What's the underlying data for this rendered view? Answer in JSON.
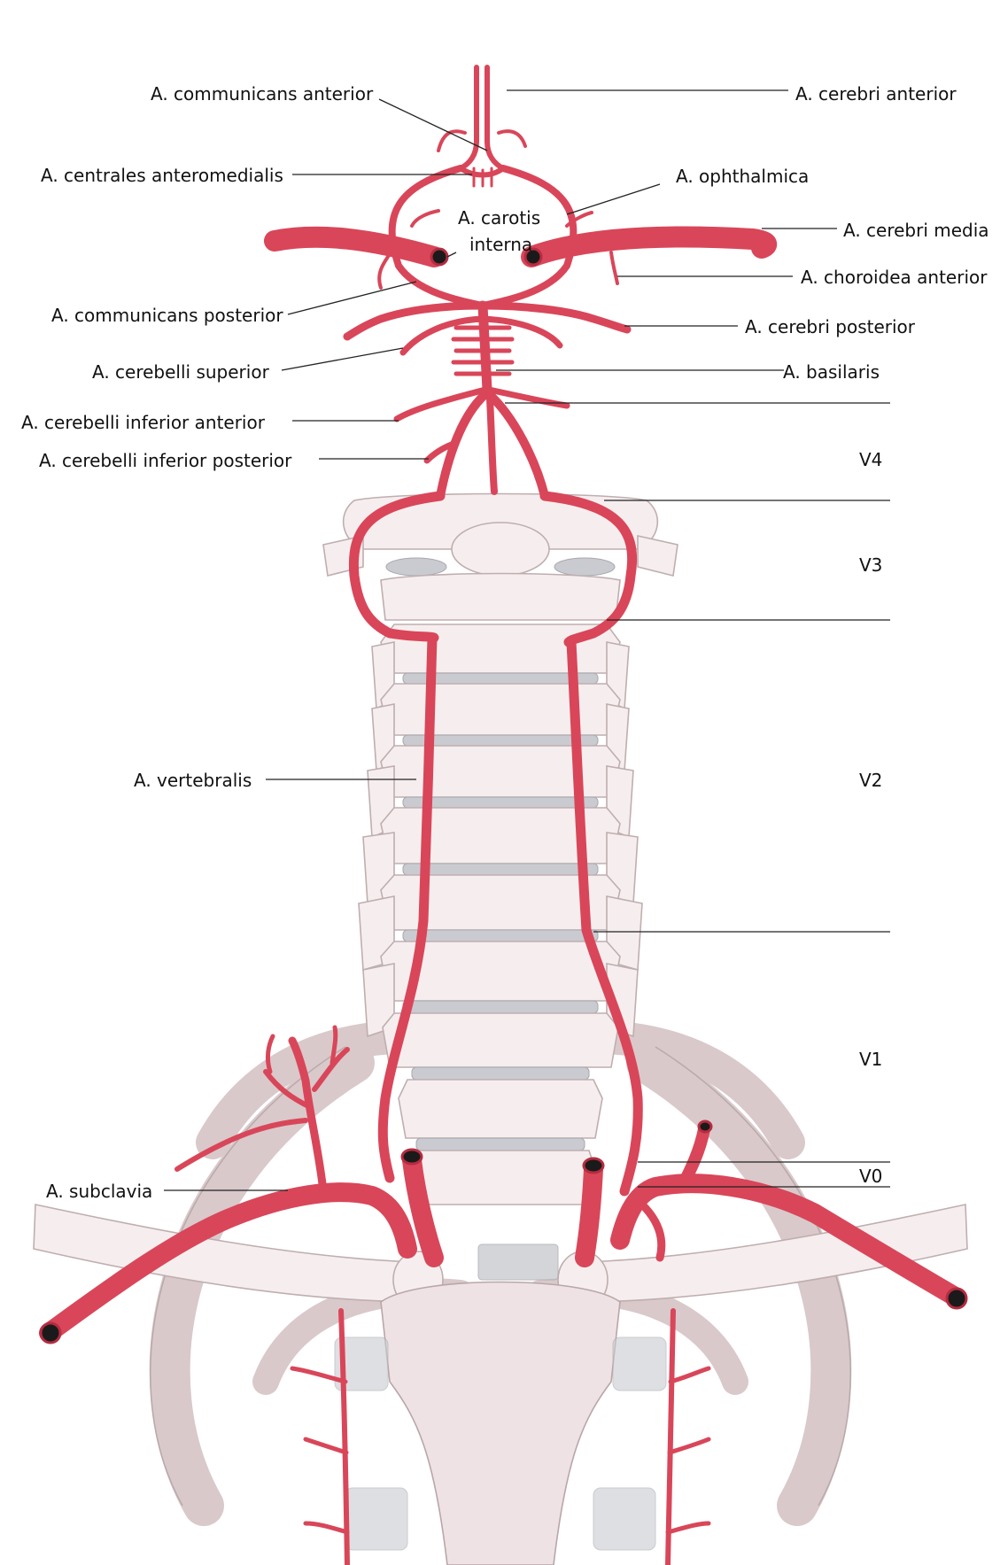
{
  "colors": {
    "artery": "#d94659",
    "artery_dark": "#b52c40",
    "vessel_lumen": "#1a1a1a",
    "bone": "#f6eeee",
    "disc": "#c9cbd0",
    "leader": "#222222"
  },
  "labels": {
    "communicans_anterior": "A. communicans anterior",
    "cerebri_anterior": "A. cerebri anterior",
    "centrales_anteromedialis": "A. centrales anteromedialis",
    "ophthalmica": "A. ophthalmica",
    "carotis_interna_1": "A. carotis",
    "carotis_interna_2": "interna",
    "cerebri_media": "A. cerebri media",
    "choroidea_anterior": "A. choroidea anterior",
    "communicans_posterior": "A. communicans posterior",
    "cerebri_posterior": "A. cerebri posterior",
    "cerebelli_superior": "A. cerebelli superior",
    "basilaris": "A. basilaris",
    "cerebelli_inferior_anterior": "A. cerebelli inferior anterior",
    "cerebelli_inferior_posterior": "A. cerebelli inferior posterior",
    "vertebralis": "A. vertebralis",
    "subclavia": "A. subclavia"
  },
  "segments": {
    "v4": "V4",
    "v3": "V3",
    "v2": "V2",
    "v1": "V1",
    "v0": "V0"
  }
}
